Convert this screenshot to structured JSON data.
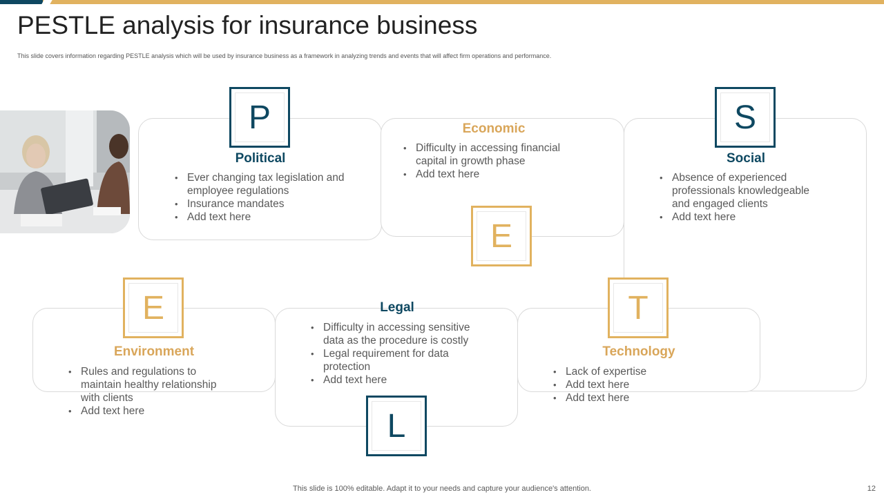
{
  "title": "PESTLE analysis for insurance business",
  "subtitle": "This slide covers information regarding PESTLE  analysis which will be used by insurance business as a framework in analyzing trends and events that will affect firm operations and performance.",
  "colors": {
    "navy": "#0E4861",
    "gold": "#E1B25F",
    "text": "#595959"
  },
  "political": {
    "letter": "P",
    "heading": "Political",
    "items": [
      "Ever changing tax legislation and employee regulations",
      "Insurance  mandates",
      "Add text here"
    ]
  },
  "economic": {
    "letter": "E",
    "heading": "Economic",
    "items": [
      "Difficulty in accessing financial capital in growth phase",
      "Add text here"
    ]
  },
  "social": {
    "letter": "S",
    "heading": "Social",
    "items": [
      "Absence of experienced professionals knowledgeable and engaged clients",
      "Add text here"
    ]
  },
  "environment": {
    "letter": "E",
    "heading": "Environment",
    "items": [
      "Rules and regulations to maintain healthy relationship with clients",
      "Add text here"
    ]
  },
  "legal": {
    "letter": "L",
    "heading": "Legal",
    "items": [
      "Difficulty in accessing sensitive data as the procedure is costly",
      "Legal requirement for data protection",
      "Add text here"
    ]
  },
  "technology": {
    "letter": "T",
    "heading": "Technology",
    "items": [
      "Lack of expertise",
      "Add text here",
      "Add text here"
    ]
  },
  "footer": "This slide is 100% editable. Adapt it to your needs and capture your audience's attention.",
  "page_number": "12"
}
